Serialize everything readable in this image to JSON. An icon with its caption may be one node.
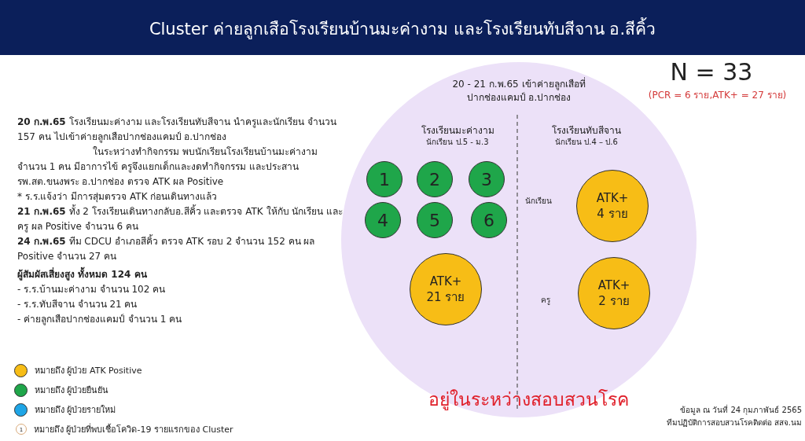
{
  "diagram": {
    "title": "Cluster ค่ายลูกเสือโรงเรียนบ้านมะค่างาม และโรงเรียนทับสีจาน อ.สีคิ้ว",
    "nodes": [
      {
        "text": [
          "20 - 21 ก.พ.65 เข้าค่ายลูกเสือที่ปากช่องแคมป์ อ.ปากช่อง"
        ]
      },
      {
        "text": [
          "1"
        ],
        "in": 0
      },
      {
        "text": [
          "2"
        ],
        "in": 0
      },
      {
        "text": [
          "3"
        ],
        "in": 0
      },
      {
        "text": [
          "4"
        ],
        "in": 0
      },
      {
        "text": [
          "5"
        ],
        "in": 0
      },
      {
        "text": [
          "6"
        ],
        "in": 0
      },
      {
        "text": [
          "ATK+ 4 ราย"
        ],
        "in": 0
      },
      {
        "text": [
          "ATK+ 21 ราย"
        ],
        "in": 0
      },
      {
        "text": [
          "ATK+ 2 ราย"
        ],
        "in": 0
      }
    ],
    "edges": [],
    "labels": [
      "N = 33",
      "(PCR = 6 ราย,ATK+ = 27 ราย)",
      "**20 ก.พ.65** โรงเรียนมะค่างาม และโรงเรียนทับสีจาน นำครูและนักเรียน จำนวน 157 คน ไปเข้าค่ายลูกเสือปากช่องแคมป์ อ.ปากช่อง",
      "ในระหว่างทำกิจกรรม พบนักเรียนโรงเรียนบ้านมะค่างาม จำนวน 1 คน มีอาการไข้ ครูจึงแยกเด็กและงดทำกิจกรรม และประสาน รพ.สต.ขนงพระ อ.ปากช่อง ตรวจ ATK ผล Positive",
      "* ร.ร.แจ้งว่า มีการสุ่มตรวจ ATK ก่อนเดินทางแล้ว",
      "**21 ก.พ.65** ทั้ง 2 โรงเรียนเดินทางกลับอ.สีคิ้ว และตรวจ ATK ให้กับ นักเรียน และครู ผล Positive จำนวน 6 คน",
      "**24 ก.พ.65** ทีม CDCU อำเภอสีคิ้ว ตรวจ ATK รอบ 2 จำนวน 152 คน ผล Positive จำนวน 27 คน",
      "ผู้สัมผัสเสี่ยงสูง ทั้งหมด 124 คน",
      "- ร.ร.บ้านมะค่างาม จำนวน 102 คน",
      "- ร.ร.ทับสีจาน จำนวน 21 คน",
      "- ค่ายลูกเสือปากช่องแคมป์ จำนวน 1 คน",
      "โรงเรียนมะค่างาม",
      "นักเรียน ป.5 - ม.3",
      "โรงเรียนทับสีจาน",
      "นักเรียน ป.4 – ป.6",
      "นักเรียน",
      "ครู",
      "1",
      "อยู่ในระหว่างสอบสวนโรค",
      "ข้อมูล ณ วันที่ 24 กุมภาพันธ์ 2565",
      "ทีมปฏิบัติการสอบสวนโรคติดต่อ สสจ.นม"
    ],
    "legend": [
      {
        "text": "หมายถึง ผู้ป่วย ATK Positive",
        "color": "#f7bd16"
      },
      {
        "text": "หมายถึง ผู้ป่วยยืนยัน",
        "color": "#1fa64a"
      },
      {
        "text": "หมายถึง ผู้ป่วยรายใหม่",
        "color": "#1ea5e6"
      },
      {
        "text": "หมายถึง ผู้ป่วยที่พบเชื้อโควิด-19 รายแรกของ Cluster"
      }
    ]
  }
}
